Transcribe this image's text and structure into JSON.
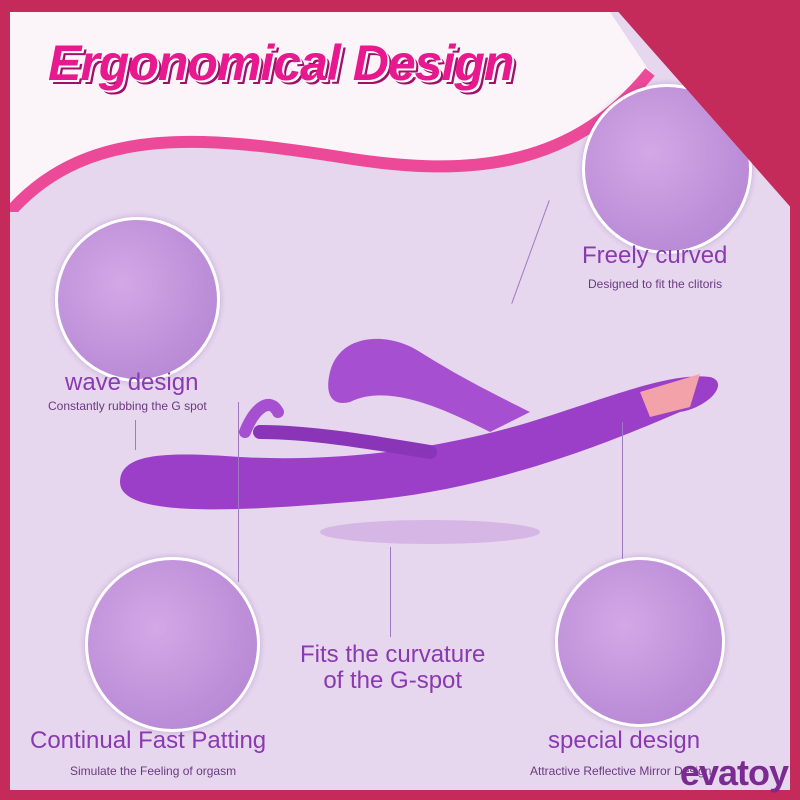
{
  "title": "Ergonomical Design",
  "features": [
    {
      "label": "Freely curved",
      "sub": "Designed to fit the clitoris"
    },
    {
      "label": "wave design",
      "sub": "Constantly rubbing the G spot"
    },
    {
      "label": "Fits the curvature of the G-spot",
      "line1": "Fits the curvature",
      "line2": "of the G-spot"
    },
    {
      "label": "Continual Fast Patting",
      "sub": "Simulate the Feeling of orgasm"
    },
    {
      "label": "special design",
      "sub": "Attractive Reflective Mirror Design"
    }
  ],
  "logo": "evatoy",
  "colors": {
    "frame": "#c42a5a",
    "title": "#e8198f",
    "product": "#9b3fc8"
  }
}
